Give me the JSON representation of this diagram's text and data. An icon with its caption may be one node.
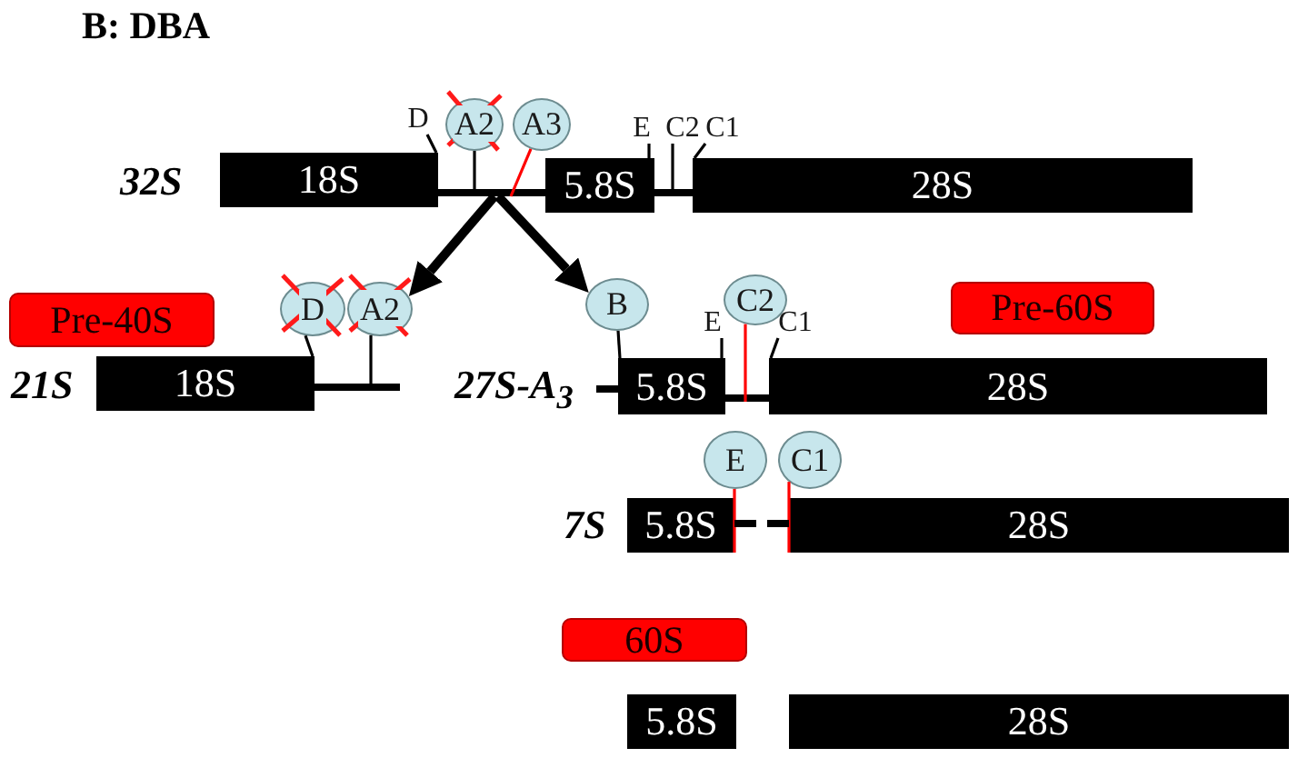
{
  "diagram": {
    "title": "B: DBA",
    "nodes": [
      {
        "text": [
          "D"
        ]
      },
      {
        "text": [
          "A2"
        ]
      },
      {
        "text": [
          "A3"
        ]
      },
      {
        "text": [
          "E"
        ]
      },
      {
        "text": [
          "C2"
        ]
      },
      {
        "text": [
          "C1"
        ]
      },
      {
        "text": [
          "18S"
        ]
      },
      {
        "text": [],
        "shape": "bar"
      },
      {
        "text": [
          "5.8S"
        ]
      },
      {
        "text": [],
        "shape": "bar"
      },
      {
        "text": [
          "28S"
        ]
      },
      {
        "text": [
          "Pre-40S"
        ]
      },
      {
        "text": [
          "D"
        ]
      },
      {
        "text": [
          "A2"
        ]
      },
      {
        "text": [
          "18S"
        ]
      },
      {
        "text": [],
        "shape": "bar"
      },
      {
        "text": [
          "B"
        ]
      },
      {
        "text": [
          "C2"
        ]
      },
      {
        "text": [
          "E"
        ]
      },
      {
        "text": [
          "C1"
        ]
      },
      {
        "text": [
          "Pre-60S"
        ]
      },
      {
        "text": [
          "5.8S"
        ]
      },
      {
        "text": [],
        "shape": "bar"
      },
      {
        "text": [
          "28S"
        ]
      },
      {
        "text": [
          "E"
        ]
      },
      {
        "text": [
          "C1"
        ]
      },
      {
        "text": [
          "5.8S"
        ]
      },
      {
        "text": [
          "28S"
        ]
      },
      {
        "text": [
          "60S"
        ]
      },
      {
        "text": [
          "5.8S"
        ]
      },
      {
        "text": [
          "28S"
        ]
      }
    ],
    "edges": [
      {
        "from": 0,
        "to": 6,
        "arrow": "none"
      },
      {
        "from": 1,
        "to": 7,
        "arrow": "none"
      },
      {
        "from": 2,
        "to": 7,
        "arrow": "none",
        "color": "#ff0000"
      },
      {
        "from": 3,
        "to": 8,
        "arrow": "none"
      },
      {
        "from": 4,
        "to": 9,
        "arrow": "none"
      },
      {
        "from": 5,
        "to": 10,
        "arrow": "none"
      },
      {
        "from": 7,
        "to": 13,
        "arrow": "to",
        "style": "thick"
      },
      {
        "from": 7,
        "to": 16,
        "arrow": "to",
        "style": "thick"
      },
      {
        "from": 12,
        "to": 14,
        "arrow": "none"
      },
      {
        "from": 13,
        "to": 15,
        "arrow": "none"
      },
      {
        "from": 16,
        "to": 21,
        "arrow": "none"
      },
      {
        "from": 18,
        "to": 21,
        "arrow": "none"
      },
      {
        "from": 17,
        "to": 22,
        "arrow": "none",
        "color": "#ff0000"
      },
      {
        "from": 19,
        "to": 23,
        "arrow": "none"
      },
      {
        "from": 24,
        "to": 26,
        "arrow": "none",
        "color": "#ff0000"
      },
      {
        "from": 25,
        "to": 27,
        "arrow": "none",
        "color": "#ff0000"
      },
      {
        "from": 26,
        "to": 27,
        "arrow": "none",
        "style": "dashed"
      }
    ],
    "labels": [
      "32S",
      "21S",
      "27S-A$_{3}$",
      "7S"
    ]
  }
}
